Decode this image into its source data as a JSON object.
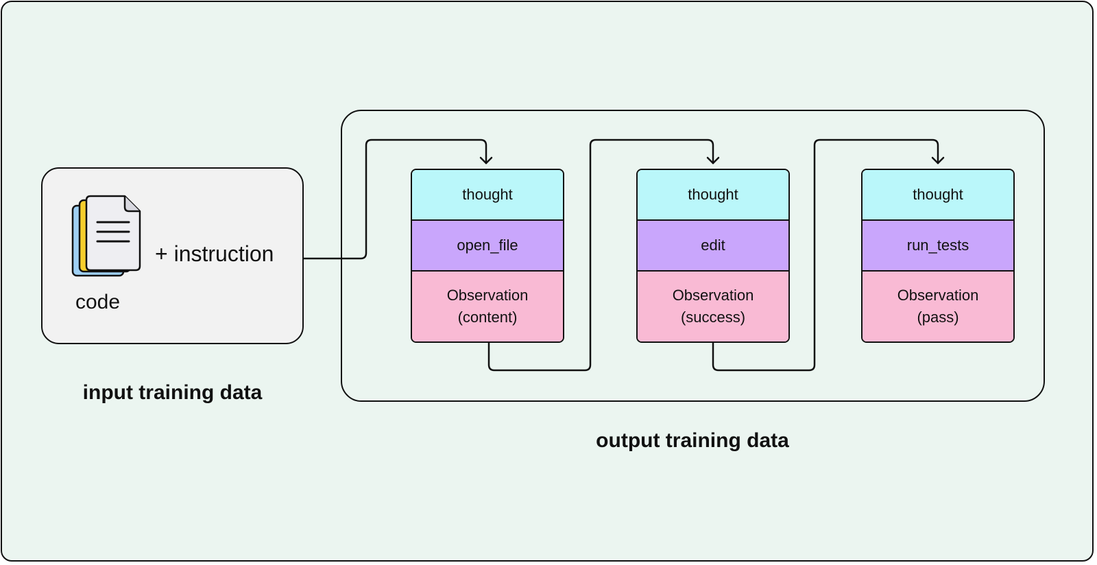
{
  "input": {
    "code_label": "code",
    "instruction_label": "+ instruction",
    "caption": "input training data"
  },
  "output": {
    "caption": "output training data",
    "steps": [
      {
        "thought": "thought",
        "action": "open_file",
        "observation_line1": "Observation",
        "observation_line2": "(content)"
      },
      {
        "thought": "thought",
        "action": "edit",
        "observation_line1": "Observation",
        "observation_line2": "(success)"
      },
      {
        "thought": "thought",
        "action": "run_tests",
        "observation_line1": "Observation",
        "observation_line2": "(pass)"
      }
    ]
  },
  "colors": {
    "background": "#ebf5f0",
    "input_box": "#f2f2f2",
    "thought": "#baf7fa",
    "action": "#c9a6fc",
    "observation": "#f9bad4",
    "stroke": "#111111"
  }
}
